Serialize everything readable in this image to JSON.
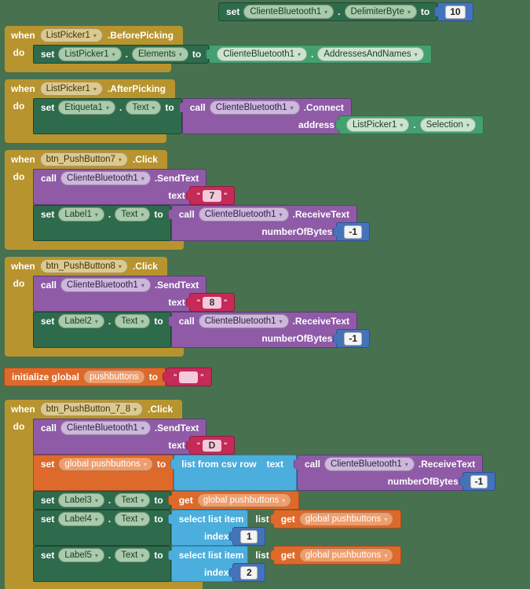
{
  "colors": {
    "background": "#47714F",
    "event_block": "#B8942E",
    "setter_block": "#2E6B4C",
    "getter_block": "#44A06E",
    "method_block": "#8F5BA7",
    "text_block": "#C62A58",
    "number_block": "#4573B9",
    "variable_block": "#DD6A2B",
    "list_block": "#4BAEDD"
  },
  "labels": {
    "when": "when",
    "do": "do",
    "set": "set",
    "to": "to",
    "call": "call",
    "get": "get",
    "dot": ".",
    "text": "text",
    "address": "address",
    "numberOfBytes": "numberOfBytes",
    "index": "index",
    "quote": "\"",
    "initialize_global": "initialize global",
    "list_from_csv": "list from csv row",
    "select_list_item": "select list item",
    "list": "list",
    "arrow": "▾"
  },
  "blocks": {
    "delimiter": {
      "component": "ClienteBluetooth1",
      "property": "DelimiterByte",
      "value": "10"
    },
    "before_picking": {
      "event_component": "ListPicker1",
      "event_name": ".BeforePicking",
      "set_component": "ListPicker1",
      "set_property": "Elements",
      "get_component": "ClienteBluetooth1",
      "get_property": "AddressesAndNames"
    },
    "after_picking": {
      "event_component": "ListPicker1",
      "event_name": ".AfterPicking",
      "set_component": "Etiqueta1",
      "set_property": "Text",
      "call_component": "ClienteBluetooth1",
      "method": ".Connect",
      "address_component": "ListPicker1",
      "address_property": "Selection"
    },
    "push7": {
      "event_component": "btn_PushButton7",
      "event_name": ".Click",
      "call_component": "ClienteBluetooth1",
      "send_method": ".SendText",
      "send_text": "7",
      "set_component": "Label1",
      "set_property": "Text",
      "recv_component": "ClienteBluetooth1",
      "recv_method": ".ReceiveText",
      "num_bytes": "-1"
    },
    "push8": {
      "event_component": "btn_PushButton8",
      "event_name": ".Click",
      "call_component": "ClienteBluetooth1",
      "send_method": ".SendText",
      "send_text": "8",
      "set_component": "Label2",
      "set_property": "Text",
      "recv_component": "ClienteBluetooth1",
      "recv_method": ".ReceiveText",
      "num_bytes": "-1"
    },
    "init_global": {
      "name": "pushbuttons",
      "value": ""
    },
    "push78": {
      "event_component": "btn_PushButton_7_8",
      "event_name": ".Click",
      "call_component": "ClienteBluetooth1",
      "send_method": ".SendText",
      "send_text": "D",
      "global_name": "global pushbuttons",
      "recv_component": "ClienteBluetooth1",
      "recv_method": ".ReceiveText",
      "num_bytes": "-1",
      "label3": {
        "component": "Label3",
        "property": "Text"
      },
      "label4": {
        "component": "Label4",
        "property": "Text",
        "index": "1"
      },
      "label5": {
        "component": "Label5",
        "property": "Text",
        "index": "2"
      }
    }
  }
}
